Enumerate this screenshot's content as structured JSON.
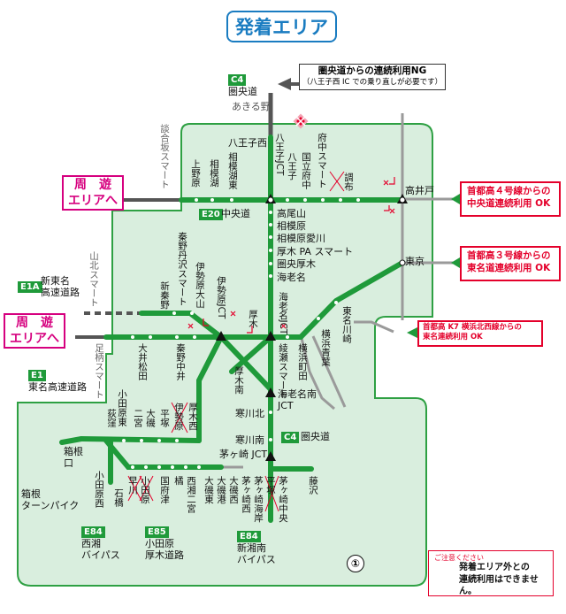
{
  "title": "発着エリア",
  "ng_notice": {
    "main": "圏央道からの連続利用NG",
    "sub": "（八王子西 IC での乗り直しが必要です）"
  },
  "ok_notices": [
    {
      "line1": "首都高４号線からの",
      "line2": "中央道連続利用 OK"
    },
    {
      "line1": "首都高３号線からの",
      "line2": "東名道連続利用 OK"
    },
    {
      "line1": "首都高 K7 横浜北西線からの",
      "line2": "東名連続利用 OK"
    }
  ],
  "shuyu": {
    "line1": "周　遊",
    "line2": "エリアへ"
  },
  "roads": {
    "c4_top": {
      "badge": "C4",
      "name": "圏央道"
    },
    "e20": {
      "badge": "E20",
      "name": "中央道"
    },
    "e1a": {
      "badge": "E1A",
      "name1": "新東名",
      "name2": "高速道路"
    },
    "e1": {
      "badge": "E1",
      "name": "東名高速道路"
    },
    "c4_mid": {
      "badge": "C4",
      "name": "圏央道"
    },
    "e84_left": {
      "badge": "E84",
      "name1": "西湘",
      "name2": "バイパス"
    },
    "e85": {
      "badge": "E85",
      "name1": "小田原",
      "name2": "厚木道路"
    },
    "e84_right": {
      "badge": "E84",
      "name1": "新湘南",
      "name2": "バイパス"
    }
  },
  "labels": {
    "akiruno": "あきる野",
    "hachioji_nishi": "八王子西",
    "hakone_turnpike1": "箱根",
    "hakone_turnpike2": "ターンパイク",
    "takaido": "高井戸",
    "tokyo": "東京",
    "takaoyama": "高尾山",
    "sagamihara": "相模原",
    "sagamihara_aikawa": "相模原愛川",
    "atsugi_pa": "厚木 PA スマート",
    "kenodo_atsugi": "圏央厚木",
    "ebina": "海老名",
    "ebina_minami1": "海老名南",
    "ebina_minami2": "JCT",
    "samukawa_kita": "寒川北",
    "samukawa_minami": "寒川南",
    "chigasaki_jct": "茅ヶ崎 JCT",
    "hakone_guchi1": "箱根",
    "hakone_guchi2": "口"
  },
  "vlabels": {
    "danko": "談合坂スマート",
    "uenohara": "上野原",
    "sagamiko": "相模湖",
    "sagamiko_higashi": "相模湖東",
    "hachioji_jct": "八王子JCT",
    "hachioji": "八王子",
    "kunitachi": "国立府中",
    "fuchu_smart": "府中スマート",
    "chofu": "調布",
    "hadano_tanzawa": "秦野丹沢スマート",
    "isehara_oyama": "伊勢原大山",
    "isehara_jct": "伊勢原JCT",
    "shin_hadano": "新秦野",
    "atsugi": "厚木",
    "ebina_jct": "海老名JCT",
    "yokohama_aoba": "横浜青葉",
    "tomei_kawasaki": "東名川崎",
    "ayase": "綾瀬スマート",
    "yokohama_machida": "横浜町田",
    "sanbongi": "山北スマート",
    "ashigara": "足柄スマート",
    "oi_matsuda": "大井松田",
    "hadano_nakai": "秦野中井",
    "atsugi_minami": "厚木南",
    "odawara_higashi": "小田原東",
    "oginosato": "荻窪",
    "ninomiya": "二宮",
    "oiso": "大磯",
    "hiratsuka": "平塚",
    "isehara": "伊勢原",
    "atsugi_nishi": "厚木西",
    "odawara_nishi": "小田原西",
    "ishibashi": "石橋",
    "hayakawa": "早川",
    "odawara": "小田原",
    "kozu": "国府津",
    "tachibana": "橘",
    "nishi_shonan": "西湘二宮",
    "oiso_east": "大磯東",
    "oiso_ko": "大磯港",
    "oiso_west": "大磯西",
    "chigasaki_west": "茅ヶ崎西",
    "chigasaki_kaigan": "茅ヶ崎海岸",
    "hiratsuka_toku": "平塚",
    "chigasaki_chuo": "茅ヶ崎中央",
    "fujisawa": "藤沢"
  },
  "notice": {
    "head": "ご注意ください",
    "line1": "発着エリア外との",
    "line2": "連続利用はできません。"
  },
  "page_number": "①",
  "colors": {
    "area": "#d9eede",
    "area_border": "#2ea043",
    "road": "#1f9a3a",
    "road_out": "#999999",
    "ng_road": "#555555",
    "accent_blue": "#1a7cc1",
    "accent_red": "#e4002b",
    "accent_pink": "#d6007f"
  }
}
